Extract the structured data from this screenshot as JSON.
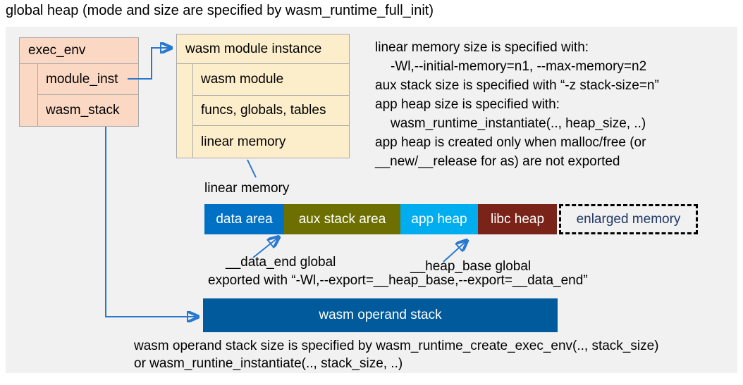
{
  "title": "global heap (mode and size are specified by wasm_runtime_full_init)",
  "exec_env": {
    "header": "exec_env",
    "rows": [
      "module_inst",
      "wasm_stack"
    ]
  },
  "module_instance": {
    "header": "wasm module instance",
    "rows": [
      "wasm module",
      "funcs, globals, tables",
      "linear memory"
    ]
  },
  "notes": {
    "lines": [
      "linear memory size is specified with:",
      "-Wl,--initial-memory=n1, --max-memory=n2",
      "aux stack size is specified with “-z stack-size=n”",
      "app heap size is specified with:",
      "wasm_runtime_instantiate(.., heap_size, ..)",
      "app heap is created only when malloc/free (or",
      "__new/__release for as) are not exported"
    ]
  },
  "linear_memory": {
    "label": "linear memory",
    "segments": [
      {
        "label": "data area",
        "color": "#0071C5"
      },
      {
        "label": "aux stack area",
        "color": "#6D7000"
      },
      {
        "label": "app heap",
        "color": "#00AEEF"
      },
      {
        "label": "libc heap",
        "color": "#7A2318"
      }
    ],
    "enlarged": {
      "label": "enlarged memory",
      "text_color": "#1F3864"
    }
  },
  "annotations": {
    "data_end_label": "__data_end global",
    "heap_base_label": "__heap_base global",
    "export_line": "exported with “-Wl,--export=__heap_base,--export=__data_end”"
  },
  "operand_stack": {
    "label": "wasm operand stack",
    "color": "#005A9B"
  },
  "footer": {
    "lines": [
      "wasm operand stack size is specified by wasm_runtime_create_exec_env(.., stack_size)",
      "or wasm_runtine_instantiate(.., stack_size, ..)"
    ]
  },
  "colors": {
    "panel_bg": "#F1F1F2",
    "exec_env_fill": "#FBD8C4",
    "module_instance_fill": "#FDEECB",
    "box_border": "#A9A9A9",
    "connector_blue": "#2878CE"
  }
}
